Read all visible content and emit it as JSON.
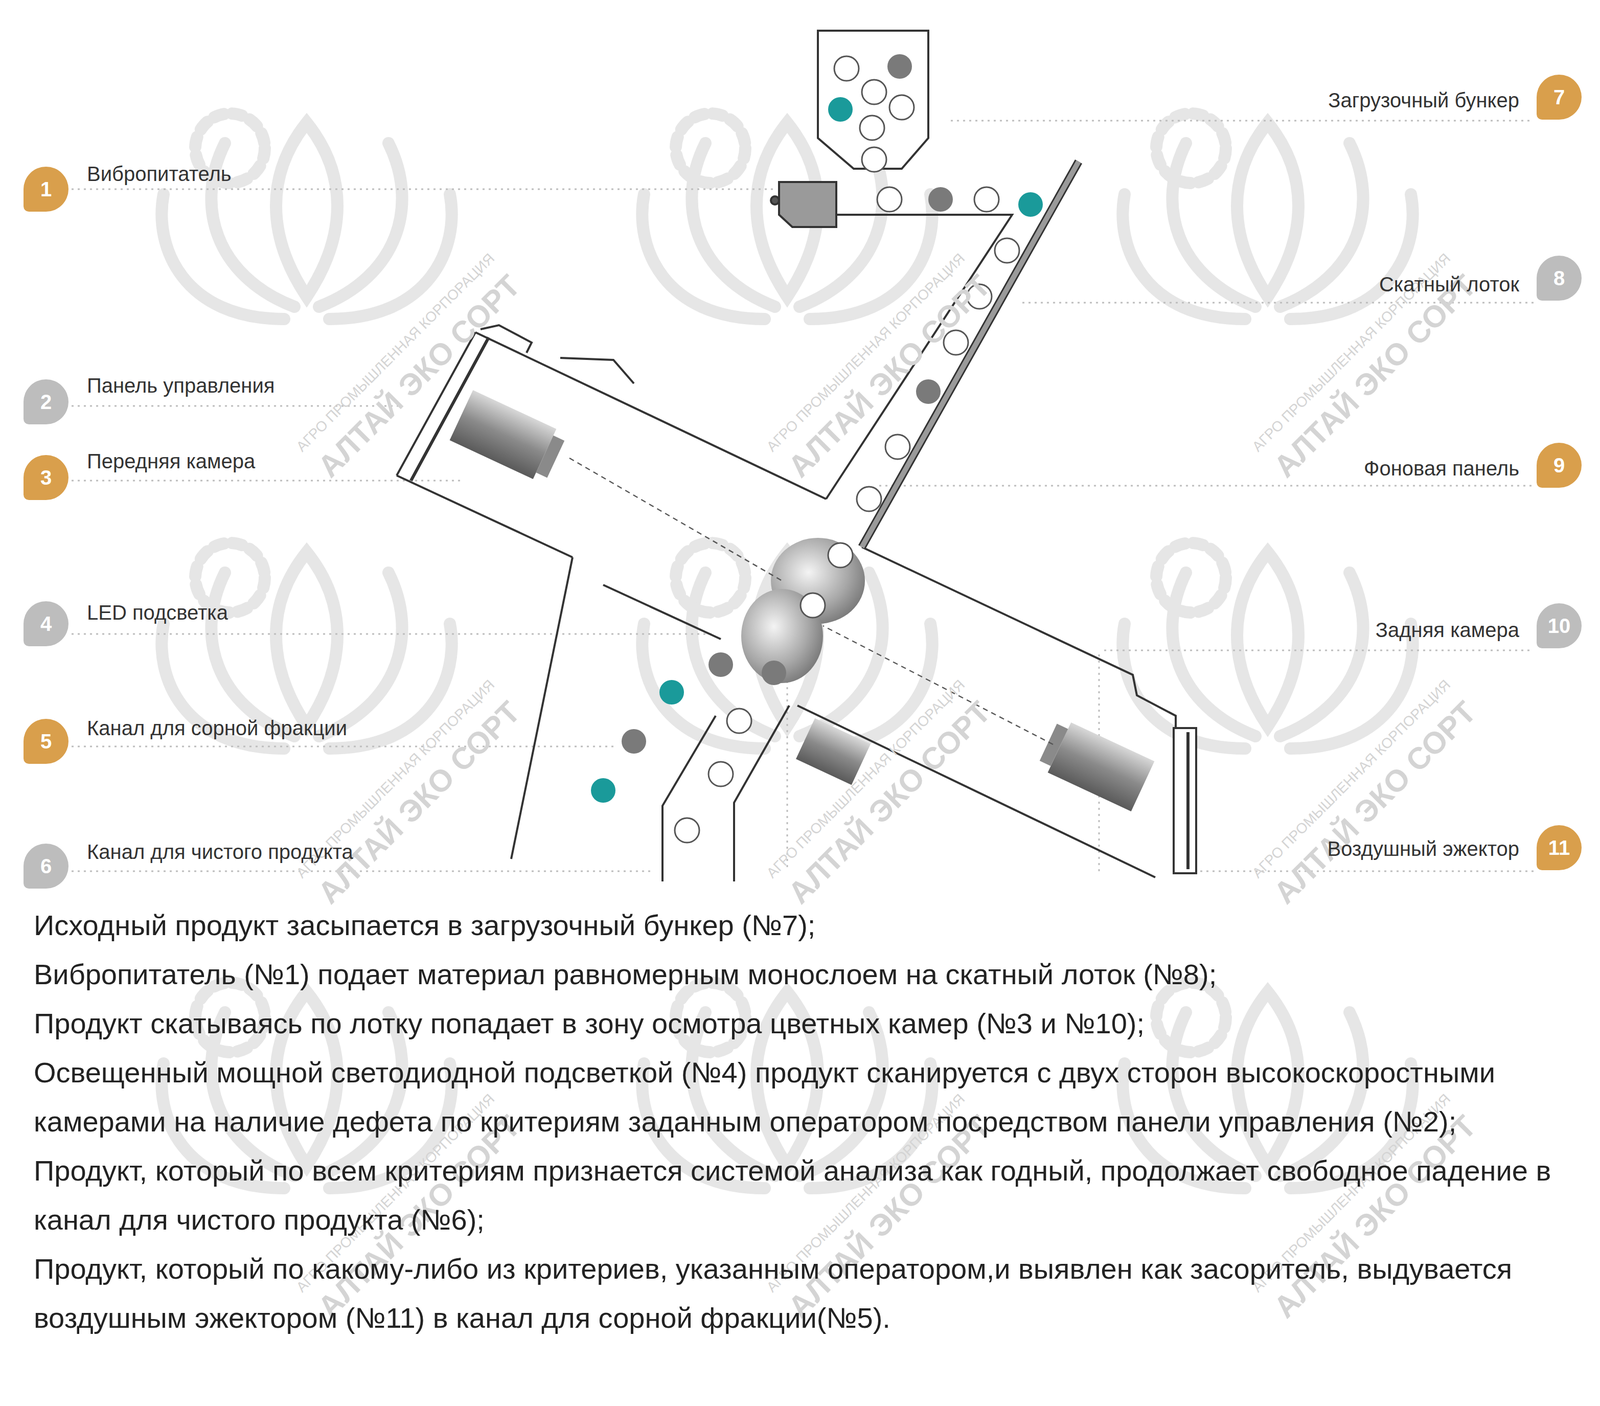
{
  "diagram": {
    "labels": [
      "1",
      "Вибропитатель",
      "2",
      "Панель управления",
      "3",
      "Передняя камера",
      "4",
      "LED подсветка",
      "5",
      "Канал для сорной фракции",
      "6",
      "Канал для чистого продукта",
      "7",
      "Загрузочный бункер",
      "8",
      "Скатный лоток",
      "9",
      "Фоновая панель",
      "10",
      "Задняя камера",
      "11",
      "Воздушный эжектор",
      "АГРО ПРОМЫШЛЕННАЯ КОРПОРАЦИЯ",
      "АЛТАЙ ЭКО СОРТ",
      "АГРО ПРОМЫШЛЕННАЯ КОРПОРАЦИЯ",
      "АЛТАЙ ЭКО СОРТ",
      "АГРО ПРОМЫШЛЕННАЯ КОРПОРАЦИЯ",
      "АЛТАЙ ЭКО СОРТ",
      "АГРО ПРОМЫШЛЕННАЯ КОРПОРАЦИЯ",
      "АЛТАЙ ЭКО СОРТ",
      "АГРО ПРОМЫШЛЕННАЯ КОРПОРАЦИЯ",
      "АЛТАЙ ЭКО СОРТ",
      "АГРО ПРОМЫШЛЕННАЯ КОРПОРАЦИЯ",
      "АЛТАЙ ЭКО СОРТ",
      "АГРО ПРОМЫШЛЕННАЯ КОРПОРАЦИЯ",
      "АЛТАЙ ЭКО СОРТ",
      "АГРО ПРОМЫШЛЕННАЯ КОРПОРАЦИЯ",
      "АЛТАЙ ЭКО СОРТ",
      "АГРО ПРОМЫШЛЕННАЯ КОРПОРАЦИЯ",
      "АЛТАЙ ЭКО СОРТ",
      "Исходный продукт засыпается в загрузочный бункер (№7);",
      "Вибропитатель (№1) подает материал равномерным монослоем на скатный лоток (№8);",
      "Продукт скатываясь по лотку попадает в зону осмотра цветных камер (№3 и №10);",
      "Освещенный мощной светодиодной подсветкой (№4) продукт сканируется с двух сторон высокоскоростными камерами на наличие дефета по критериям заданным оператором посредством панели управления (№2);",
      "Продукт, который по всем критериям признается системой анализа как годный, продолжает свободное падение в канал для чистого продукта (№6);",
      "Продукт, который по какому-либо из критериев, указанным оператором,и выявлен как засоритель, выдувается воздушным эжектором (№11) в канал для сорной фракции(№5)."
    ]
  }
}
